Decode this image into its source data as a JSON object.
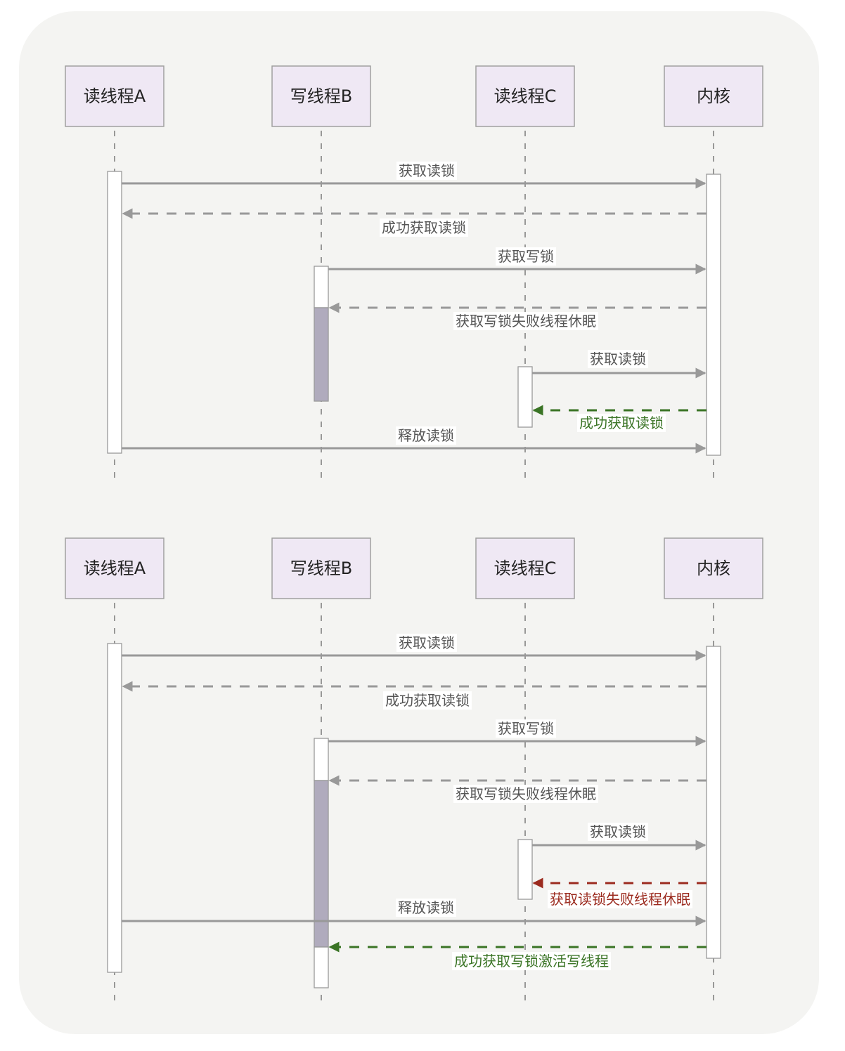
{
  "colors": {
    "default": "#999999",
    "default_text": "#555555",
    "success": "#3a7425",
    "failure": "#9b2a1e"
  },
  "diagrams": [
    {
      "actors": [
        "读线程A",
        "写线程B",
        "读线程C",
        "内核"
      ],
      "messages": [
        {
          "from": 0,
          "to": 3,
          "label": "获取读锁",
          "style": "solid",
          "color": "default",
          "label_pos": "above"
        },
        {
          "from": 3,
          "to": 0,
          "label": "成功获取读锁",
          "style": "dashed",
          "color": "default",
          "label_pos": "below"
        },
        {
          "from": 1,
          "to": 3,
          "label": "获取写锁",
          "style": "solid",
          "color": "default",
          "label_pos": "above"
        },
        {
          "from": 3,
          "to": 1,
          "label": "获取写锁失败线程休眠",
          "style": "dashed",
          "color": "default",
          "label_pos": "below"
        },
        {
          "from": 2,
          "to": 3,
          "label": "获取读锁",
          "style": "solid",
          "color": "default",
          "label_pos": "above"
        },
        {
          "from": 3,
          "to": 2,
          "label": "成功获取读锁",
          "style": "dashed",
          "color": "success",
          "label_pos": "below"
        },
        {
          "from": 0,
          "to": 3,
          "label": "释放读锁",
          "style": "solid",
          "color": "default",
          "label_pos": "above"
        }
      ]
    },
    {
      "actors": [
        "读线程A",
        "写线程B",
        "读线程C",
        "内核"
      ],
      "messages": [
        {
          "from": 0,
          "to": 3,
          "label": "获取读锁",
          "style": "solid",
          "color": "default",
          "label_pos": "above"
        },
        {
          "from": 3,
          "to": 0,
          "label": "成功获取读锁",
          "style": "dashed",
          "color": "default",
          "label_pos": "below"
        },
        {
          "from": 1,
          "to": 3,
          "label": "获取写锁",
          "style": "solid",
          "color": "default",
          "label_pos": "above"
        },
        {
          "from": 3,
          "to": 1,
          "label": "获取写锁失败线程休眠",
          "style": "dashed",
          "color": "default",
          "label_pos": "below"
        },
        {
          "from": 2,
          "to": 3,
          "label": "获取读锁",
          "style": "solid",
          "color": "default",
          "label_pos": "above"
        },
        {
          "from": 3,
          "to": 2,
          "label": "获取读锁失败线程休眠",
          "style": "dashed",
          "color": "failure",
          "label_pos": "below"
        },
        {
          "from": 0,
          "to": 3,
          "label": "释放读锁",
          "style": "solid",
          "color": "default",
          "label_pos": "above"
        },
        {
          "from": 3,
          "to": 1,
          "label": "成功获取写锁激活写线程",
          "style": "dashed",
          "color": "success",
          "label_pos": "below"
        }
      ]
    }
  ]
}
